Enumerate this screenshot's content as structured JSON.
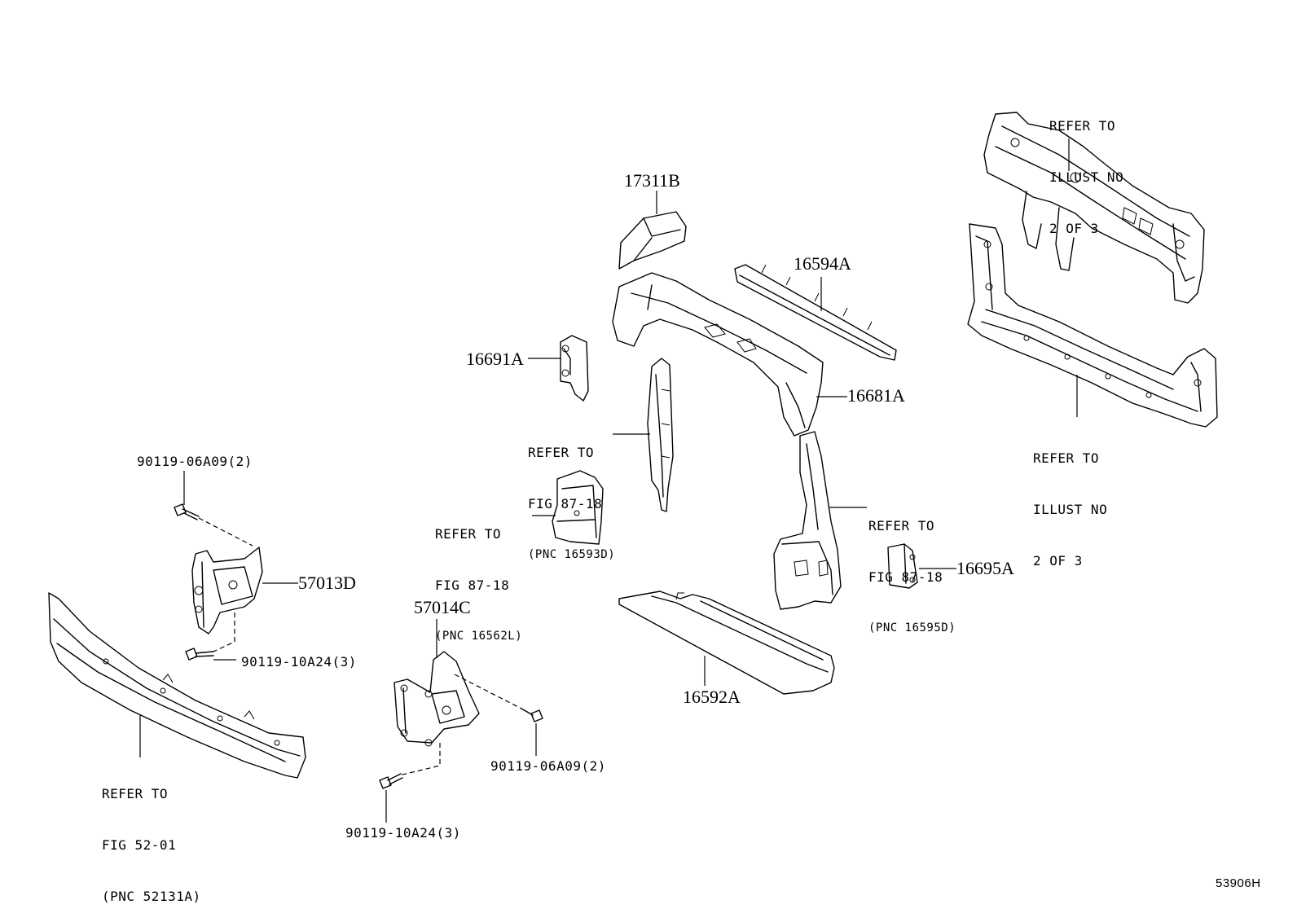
{
  "diagram_id": "53906H",
  "parts": {
    "p17311B": "17311B",
    "p16594A": "16594A",
    "p16691A": "16691A",
    "p16681A": "16681A",
    "p16695A": "16695A",
    "p16592A": "16592A",
    "p57013D": "57013D",
    "p57014C": "57014C"
  },
  "bolts": {
    "b_06a09_left": "90119-06A09(2)",
    "b_10a24_left": "90119-10A24(3)",
    "b_06a09_right": "90119-06A09(2)",
    "b_10a24_bottom": "90119-10A24(3)"
  },
  "refs": {
    "illust_top": {
      "l1": "REFER TO",
      "l2": "ILLUST NO",
      "l3": "2 OF 3"
    },
    "illust_bottom": {
      "l1": "REFER TO",
      "l2": "ILLUST NO",
      "l3": "2 OF 3"
    },
    "fig_16593D": {
      "l1": "REFER TO",
      "l2": "FIG 87-18",
      "l3": "(PNC 16593D)"
    },
    "fig_16562L": {
      "l1": "REFER TO",
      "l2": "FIG 87-18",
      "l3": "(PNC 16562L)"
    },
    "fig_16595D": {
      "l1": "REFER TO",
      "l2": "FIG 87-18",
      "l3": "(PNC 16595D)"
    },
    "fig_52131A": {
      "l1": "REFER TO",
      "l2": "FIG 52-01",
      "l3": "(PNC 52131A)"
    }
  },
  "icons": [
    "radiator-support-illustration",
    "bumper-reinforcement-illustration",
    "bracket-illustration",
    "bolt-icon",
    "duct-illustration",
    "seal-illustration",
    "cover-illustration"
  ]
}
